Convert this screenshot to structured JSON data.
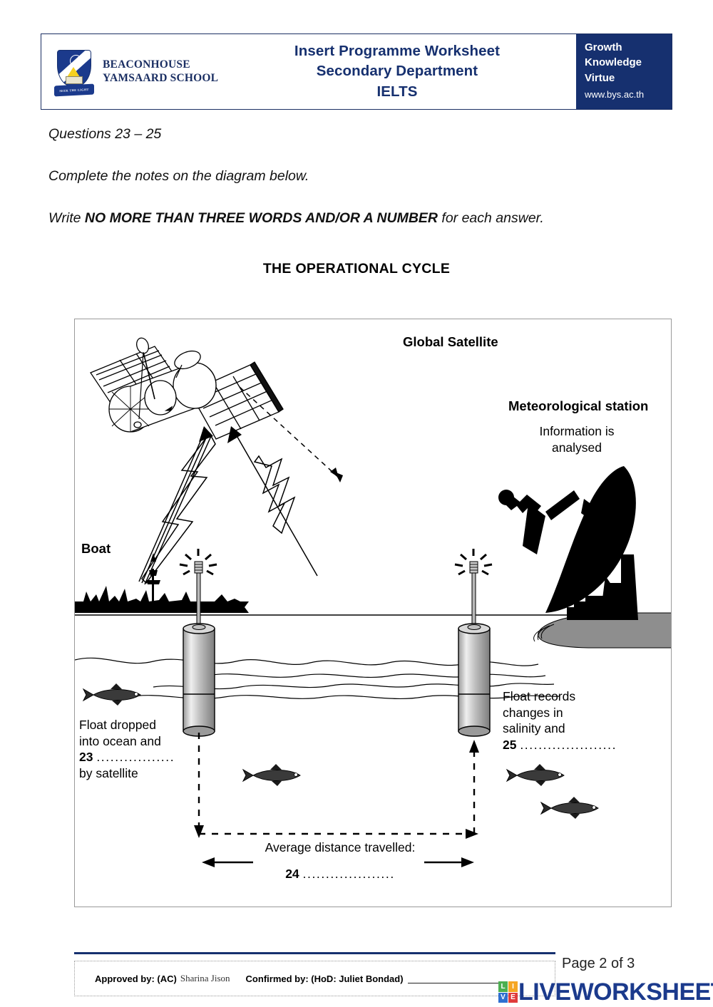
{
  "header": {
    "school_name_line1": "BEACONHOUSE",
    "school_name_line2": "YAMSAARD SCHOOL",
    "crest_motto": "SEEK THE LIGHT",
    "title_line1": "Insert Programme Worksheet",
    "title_line2": "Secondary Department",
    "title_line3": "IELTS",
    "motto1": "Growth",
    "motto2": "Knowledge",
    "motto3": "Virtue",
    "website": "www.bys.ac.th",
    "brand_color": "#16306f"
  },
  "instructions": {
    "questions": "Questions 23 – 25",
    "complete": "Complete the notes on the diagram below.",
    "write_prefix": "Write ",
    "write_bold": "NO MORE THAN THREE WORDS AND/OR A NUMBER",
    "write_suffix": " for each answer."
  },
  "diagram": {
    "title": "THE OPERATIONAL CYCLE",
    "labels": {
      "global_satellite": "Global Satellite",
      "met_station": "Meteorological station",
      "met_info_line1": "Information is",
      "met_info_line2": "analysed",
      "boat": "Boat",
      "left_note_line1": "Float dropped",
      "left_note_line2": "into ocean and",
      "left_note_number": "23",
      "left_note_dots": ".................",
      "left_note_line4": "by satellite",
      "right_note_line1": "Float records",
      "right_note_line2": "changes in",
      "right_note_line3": "salinity and",
      "right_note_number": "25",
      "right_note_dots": ".....................",
      "avg_distance": "Average distance travelled:",
      "avg_number": "24",
      "avg_dots": "...................."
    }
  },
  "footer": {
    "approved_label": "Approved by: (AC)",
    "approved_name": "Sharina Jison",
    "confirmed_label": "Confirmed by: (HoD: Juliet Bondad)",
    "page_number": "Page 2 of 3",
    "logo_letters": [
      "L",
      "I",
      "V",
      "E"
    ],
    "logo_colors": [
      "#4caf50",
      "#f5a623",
      "#2f6fd0",
      "#e03b3b"
    ],
    "logo_word": "LIVEWORKSHEETS"
  }
}
